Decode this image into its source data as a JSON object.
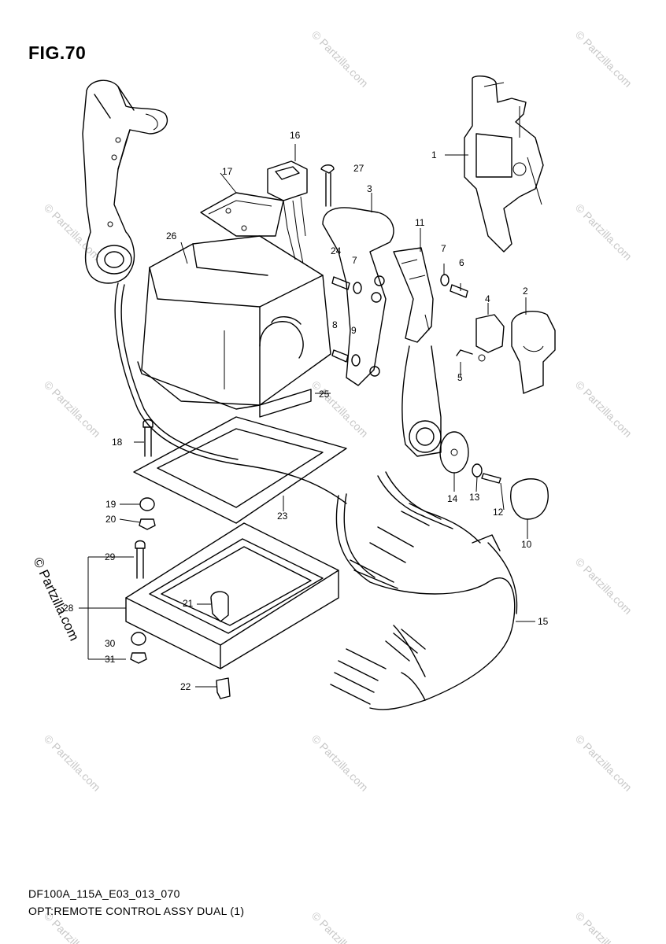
{
  "figure": {
    "title": "FIG.70"
  },
  "caption": {
    "code": "DF100A_115A_E03_013_070",
    "name": "OPT:REMOTE CONTROL ASSY DUAL (1)"
  },
  "watermark": {
    "text": "© Partzilla.com",
    "color": "#c8c8c8"
  },
  "callouts": [
    "1",
    "2",
    "3",
    "4",
    "5",
    "6",
    "7",
    "7",
    "8",
    "9",
    "10",
    "11",
    "12",
    "13",
    "14",
    "15",
    "16",
    "17",
    "18",
    "19",
    "20",
    "21",
    "22",
    "23",
    "24",
    "25",
    "26",
    "27",
    "28",
    "29",
    "30",
    "31"
  ]
}
